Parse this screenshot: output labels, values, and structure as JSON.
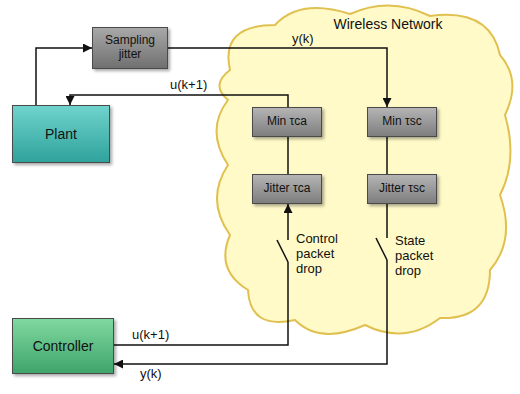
{
  "diagram": {
    "nodes": [
      {
        "text": [
          "Wireless Network"
        ]
      },
      {
        "text": [
          "Sampling jitter"
        ]
      },
      {
        "text": [
          "Min τca"
        ],
        "in": 0
      },
      {
        "text": [
          "Min τsc"
        ],
        "in": 0
      },
      {
        "text": [
          "Jitter τca"
        ],
        "in": 0
      },
      {
        "text": [
          "Jitter τsc"
        ],
        "in": 0
      },
      {
        "text": [
          "Plant"
        ]
      },
      {
        "text": [
          "Controller"
        ]
      }
    ],
    "edges": [
      {
        "from": 6,
        "to": 1,
        "arrow": "to"
      },
      {
        "from": 1,
        "to": 3,
        "label": "y(k)",
        "arrow": "to"
      },
      {
        "from": 3,
        "to": 5,
        "arrow": "none"
      },
      {
        "from": 5,
        "to": 7,
        "label": "y(k)",
        "arrow": "to"
      },
      {
        "from": 7,
        "to": 4,
        "label": "u(k+1)",
        "arrow": "to"
      },
      {
        "from": 4,
        "to": 2,
        "arrow": "none"
      },
      {
        "from": 2,
        "to": 6,
        "label": "u(k+1)",
        "arrow": "to"
      }
    ],
    "labels": [
      "Control packet drop",
      "State packet drop"
    ]
  }
}
